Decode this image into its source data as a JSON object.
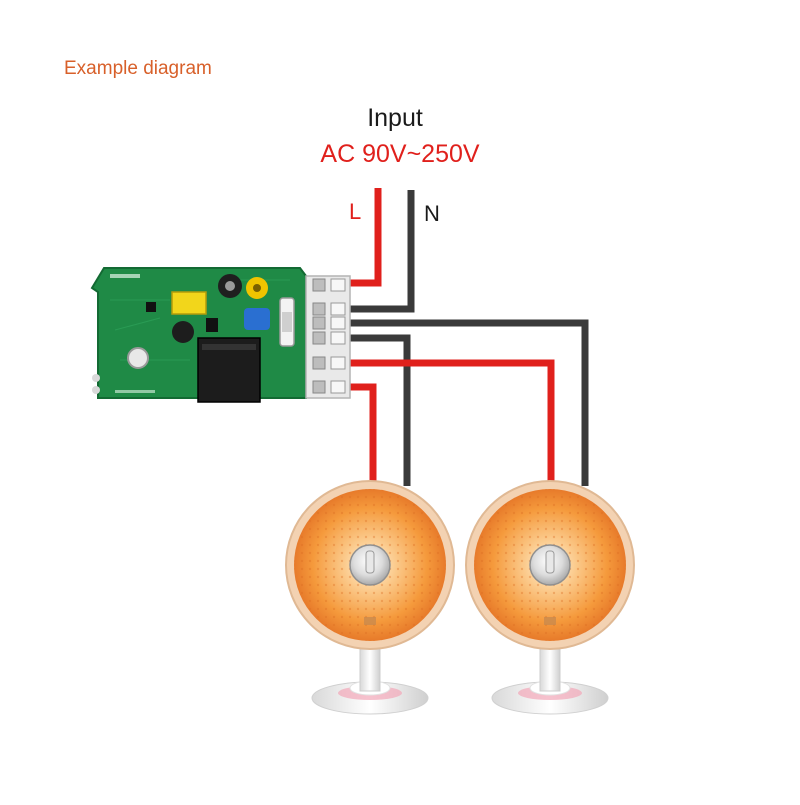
{
  "diagram": {
    "title": "Example diagram",
    "input": {
      "title": "Input",
      "voltage": "AC 90V~250V",
      "line_label": "L",
      "neutral_label": "N"
    },
    "colors": {
      "title": "#d8602a",
      "live_wire": "#e0201c",
      "neutral_wire": "#3a3a3a",
      "board": "#1f8a46",
      "heater_glow": "#f59a3c"
    },
    "devices": {
      "controller": "relay-board-icon",
      "loads": [
        "heater-icon",
        "heater-icon"
      ]
    }
  }
}
